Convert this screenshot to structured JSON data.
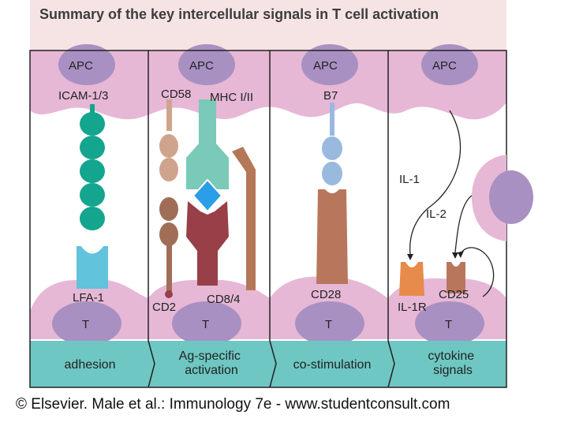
{
  "title": "Summary of the key intercellular signals in T cell activation",
  "columns": [
    {
      "apc_label": "APC",
      "t_label": "T",
      "apc_molecules": [
        "ICAM-1/3"
      ],
      "t_molecules": [
        "LFA-1"
      ],
      "category": "adhesion"
    },
    {
      "apc_label": "APC",
      "t_label": "T",
      "apc_molecules": [
        "CD58",
        "MHC I/II"
      ],
      "t_molecules": [
        "CD2",
        "CD8/4"
      ],
      "category": "Ag-specific activation"
    },
    {
      "apc_label": "APC",
      "t_label": "T",
      "apc_molecules": [
        "B7"
      ],
      "t_molecules": [
        "CD28"
      ],
      "category": "co-stimulation"
    },
    {
      "apc_label": "APC",
      "t_label": "T",
      "apc_molecules": [],
      "t_molecules": [
        "IL-1R",
        "CD25"
      ],
      "cytokines": [
        "IL-1",
        "IL-2"
      ],
      "category": "cytokine signals"
    }
  ],
  "footer": "© Elsevier. Male et al.: Immunology 7e - www.studentconsult.com",
  "colors": {
    "title_band": "#f6e4e4",
    "cell_membrane": "#e6b8d6",
    "nucleus": "#a990c2",
    "panel_border": "#222222",
    "bottom_band": "#6ec7c2",
    "icam": "#14a58e",
    "lfa1": "#62c3dc",
    "cd58_cd2": "#a06e57",
    "cd2_light": "#cfa48d",
    "mhc": "#7bc9b8",
    "antigen": "#2a9ee6",
    "tcr": "#983f48",
    "cd8": "#b57757",
    "b7": "#9ab9df",
    "cd28": "#b8775c",
    "il1r": "#e78b4b",
    "cd25": "#b8775c"
  }
}
